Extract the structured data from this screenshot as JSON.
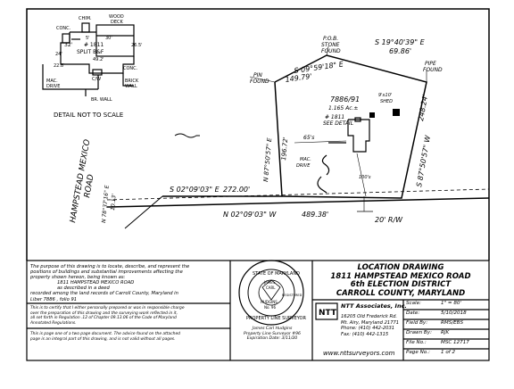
{
  "plat": {
    "house": {
      "chim": "CHIM.",
      "wood_deck": "WOOD",
      "wood_deck2": "DECK",
      "conc_top": "CONC.",
      "dim_30": "30'",
      "dim_32": "32'",
      "dim_5": "5'",
      "addr": "# 1811",
      "split": "SPLIT B&F",
      "dim_24": "24'",
      "dim_49": "49.2'",
      "dim_228": "22.8'",
      "dim_265": "26.5'",
      "conc_right": "CONC.",
      "cw": "C/W",
      "mac_drive": "MAC.",
      "mac_drive2": "DRIVE",
      "brick": "BRICK",
      "brick2": "WALL",
      "br_wall": "BR. WALL"
    },
    "detail_note": "DETAIL NOT TO SCALE",
    "pob1": "P.O.B.",
    "pob2": "STONE",
    "pob3": "FOUND",
    "bearing_top_right": "S 19°40'39\" E",
    "dist_top_right": "69.86'",
    "bearing_top": "S 09°59'18\" E",
    "dist_top": "149.79'",
    "pin1": "PIN",
    "pin2": "FOUND",
    "pipe1": "PIPE",
    "pipe2": "FOUND",
    "deed_ref": "7886/91",
    "area": "1.165 Ac.±",
    "shed1": "9'x10'",
    "shed2": "SHED",
    "lot_addr": "# 1811",
    "see_detail": "SEE DETAIL",
    "bearing_left": "N 87°50'57\" E",
    "dist_left": "196.72'",
    "dim_65": "65's",
    "mac1": "MAC.",
    "mac2": "DRIVE",
    "bearing_right": "S 87°50'57\" W",
    "dist_right": "248.24'",
    "dim_100": "100's",
    "bearing_bottom": "S 02°09'03\" E",
    "dist_bottom": "272.00'",
    "bearing_road": "N 02°09'03\" W",
    "dist_road": "489.38'",
    "rw": "20' R/W",
    "road1": "HAMPSTEAD MEXICO",
    "road2": "ROAD",
    "bearing_road_left": "N 78°37'16\" E",
    "dist_road_left": "10.13'"
  },
  "footer": {
    "purpose": [
      "The purpose of this drawing is to locate, describe, and represent the",
      "positions of buildings and substantial improvements affecting the",
      "property shown hereon, being known as:",
      "1811 HAMPSTEAD MEXICO ROAD",
      "as described in a deed",
      "recorded among the land records of Carroll County, Maryland in",
      "Liber         7886           , folio         91"
    ],
    "certify": [
      "This is to certify that I either personally prepared or was in responsible charge",
      "over the preparation of this drawing and the surveying work reflected in it,",
      "all set forth in Regulation .12 of Chapter 09.13.06 of the Code of Maryland",
      "Annotated Regulations."
    ],
    "page_note": [
      "This is page one of a two page document. The advice found on the attached",
      "page is an integral part of this drawing, and is not valid without all pages."
    ],
    "seal": {
      "ring_top": "STATE OF MARYLAND",
      "ring_bottom": "PROPERTY LINE SURVEYOR",
      "name1": "JAMES",
      "name2": "CARL",
      "name3": "HUDGINS",
      "num": "No. 96",
      "reg": "REGISTERED"
    },
    "surveyor": [
      "James Carl Hudgins",
      "Property Line Surveyor #96",
      "Expiration Date: 3/11/20"
    ],
    "title": {
      "heading": "LOCATION DRAWING",
      "line1": "1811 HAMPSTEAD MEXICO ROAD",
      "line2": "6th ELECTION DISTRICT",
      "line3": "CARROLL COUNTY, MARYLAND"
    },
    "company": {
      "logo": "NTT",
      "name": "NTT Associates, Inc.",
      "addr1": "16205 Old Frederick Rd.",
      "addr2": "Mt. Airy, Maryland 21771",
      "phone": "Phone: (410) 442-2031",
      "fax": "Fax:        (410) 442-1315",
      "web": "www.nttsurveyors.com"
    },
    "info": [
      {
        "label": "Scale:",
        "value": "1\" =    80'"
      },
      {
        "label": "Date:",
        "value": "5/10/2018"
      },
      {
        "label": "Field By:",
        "value": "RMS/EBS"
      },
      {
        "label": "Drawn By:",
        "value": "RJK"
      },
      {
        "label": "File No.:",
        "value": "MSC 12717"
      },
      {
        "label": "Page No.:",
        "value": "1  of  2"
      }
    ]
  }
}
